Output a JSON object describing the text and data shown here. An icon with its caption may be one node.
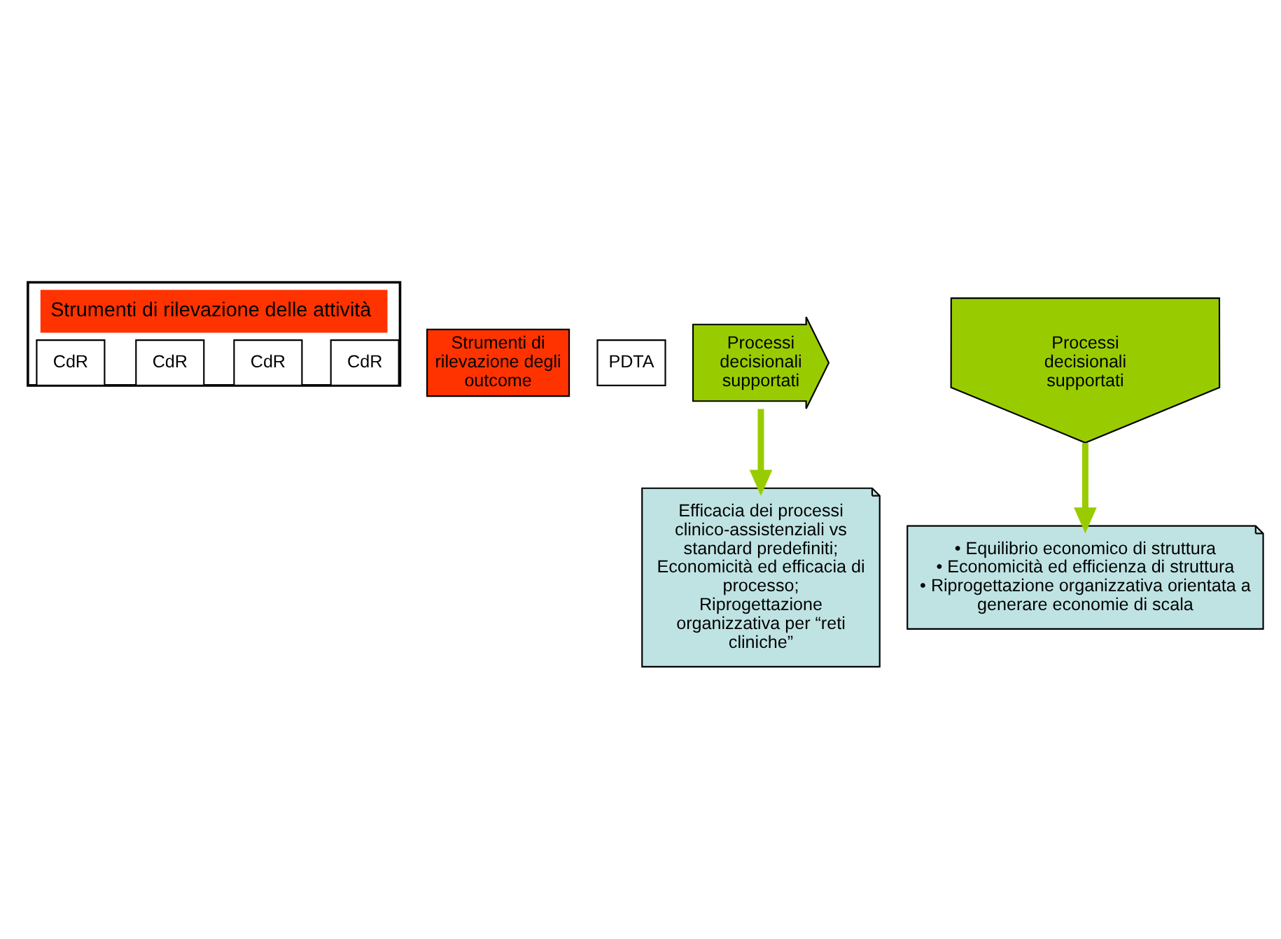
{
  "diagram": {
    "nodes": [
      {
        "text": [
          "Strumenti di rilevazione delle attività"
        ]
      },
      {
        "text": [
          "CdR"
        ],
        "in": 0
      },
      {
        "text": [
          "CdR"
        ],
        "in": 0
      },
      {
        "text": [
          "CdR"
        ],
        "in": 0
      },
      {
        "text": [
          "CdR"
        ],
        "in": 0
      },
      {
        "text": [
          "Strumenti di rilevazione degli outcome"
        ]
      },
      {
        "text": [
          "PDTA"
        ]
      },
      {
        "text": [
          "Processi decisionali supportati"
        ]
      },
      {
        "text": [
          "Efficacia dei processi clinico-assistenziali vs standard predefiniti;",
          "Economicità ed efficacia di processo;",
          "Riprogettazione organizzativa per “reti cliniche”"
        ]
      },
      {
        "text": [
          "Processi decisionali supportati"
        ]
      },
      {
        "text": [
          "• Equilibrio economico di struttura",
          "• Economicità ed efficienza di struttura",
          "• Riprogettazione organizzativa orientata a generare economie di scala"
        ]
      }
    ],
    "edges": [
      {
        "from": 7,
        "to": 8,
        "arrow": "to"
      },
      {
        "from": 9,
        "to": 10,
        "arrow": "to"
      }
    ]
  }
}
